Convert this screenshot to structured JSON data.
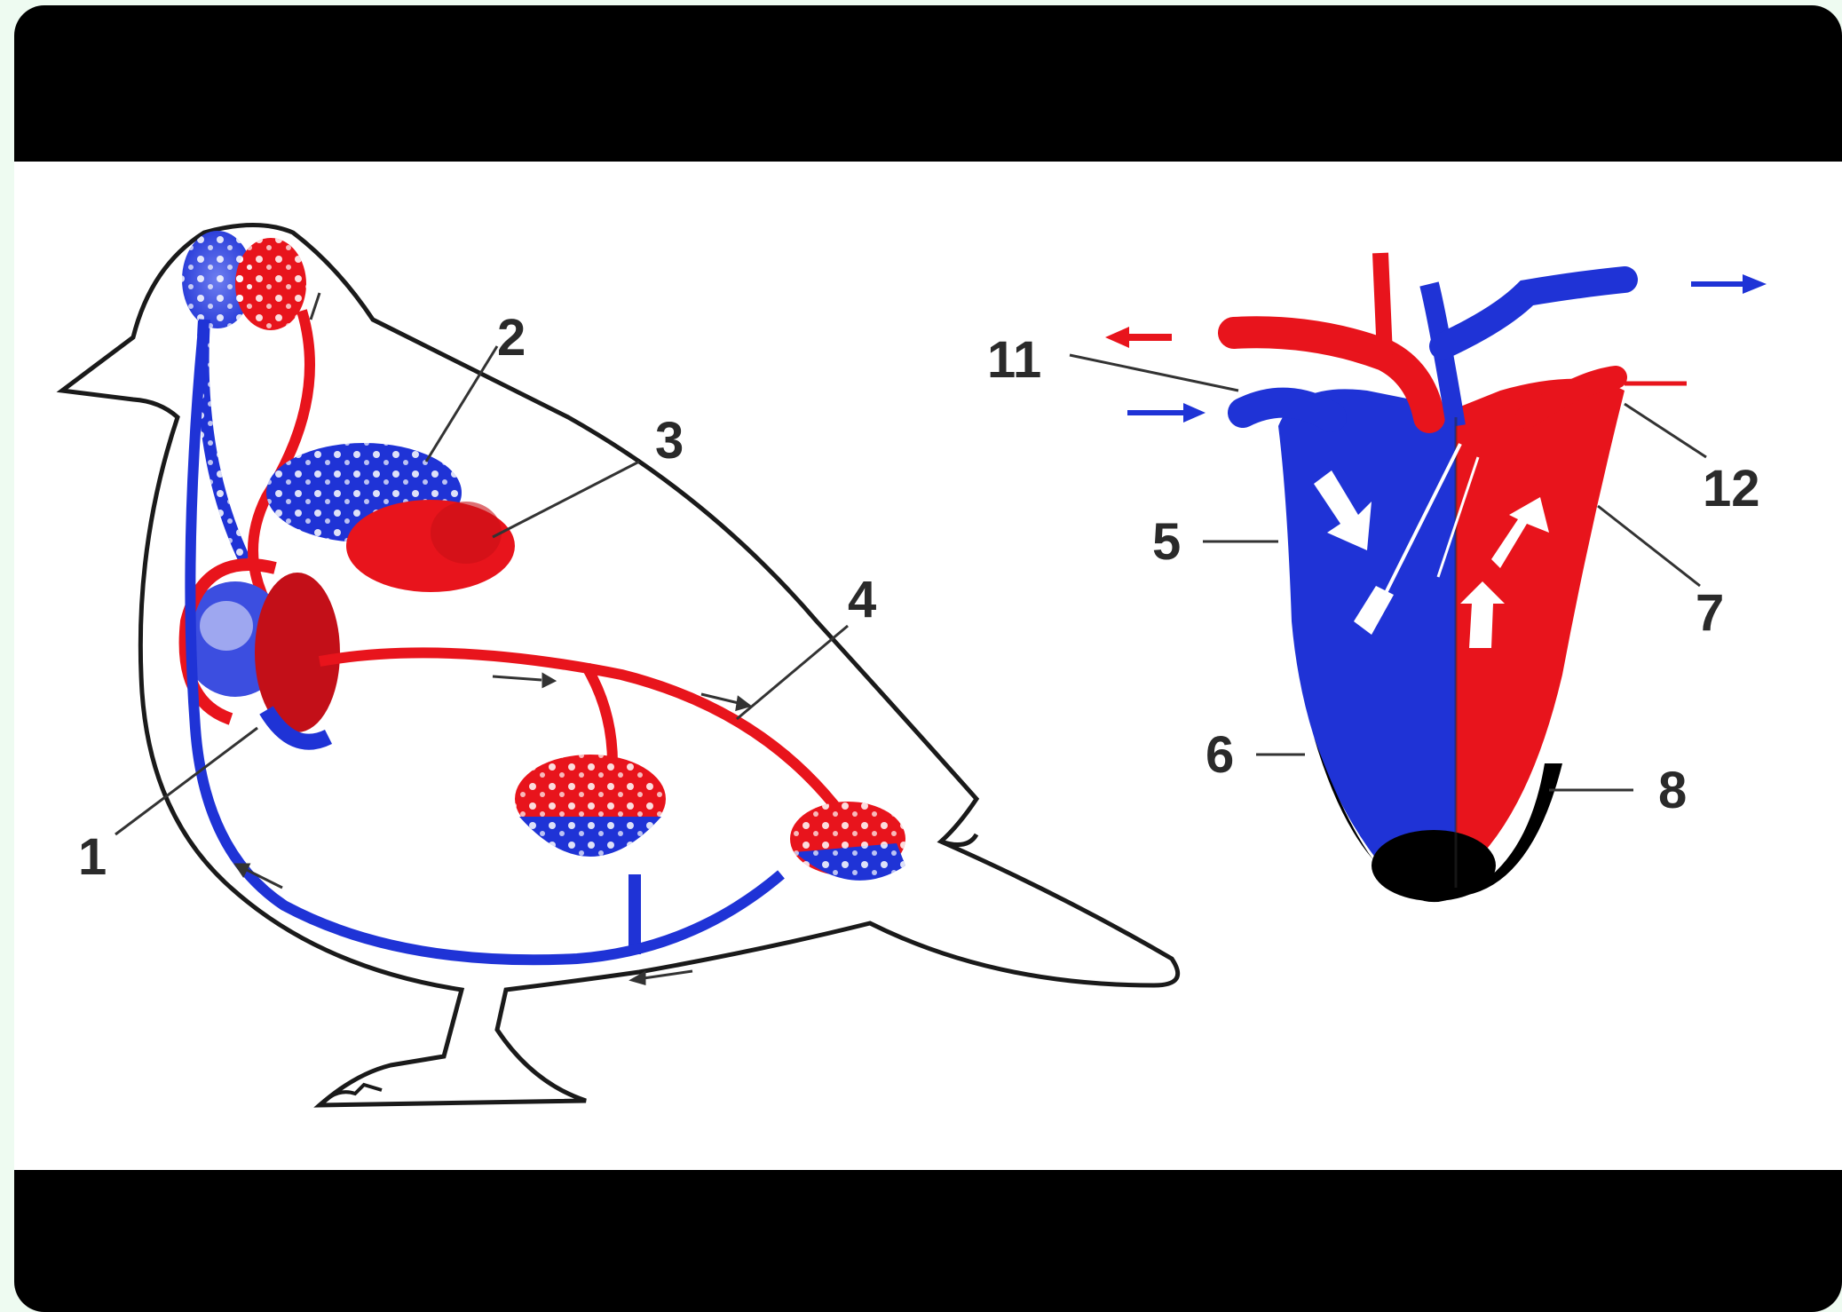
{
  "diagram": {
    "colors": {
      "oxygenated": "#e8141c",
      "deoxygenated": "#1f33d6",
      "outline": "#1a1a1a",
      "background": "#ffffff",
      "letterbox": "#000000"
    },
    "bird_labels": [
      "1",
      "2",
      "3",
      "4"
    ],
    "heart_labels": [
      "5",
      "6",
      "7",
      "8",
      "11",
      "12"
    ]
  }
}
